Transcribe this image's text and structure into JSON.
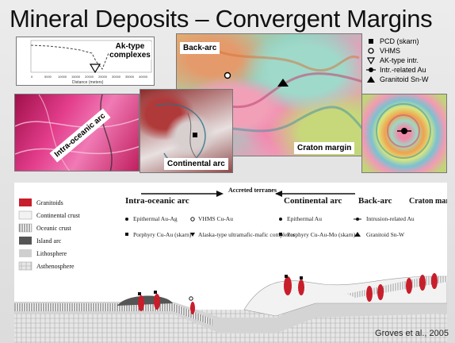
{
  "title": "Mineral Deposits – Convergent Margins",
  "inset_profile": {
    "label": "Ak-type complexes",
    "xlabel": "Distance (meters)",
    "ticks": [
      "0",
      "5000",
      "10000",
      "15000",
      "20000",
      "25000",
      "30000",
      "35000",
      "40000"
    ]
  },
  "map_labels": {
    "back_arc": "Back-arc",
    "intra_oceanic": "Intra-oceanic arc",
    "continental": "Continental arc",
    "craton": "Craton margin"
  },
  "legend": [
    {
      "symbol": "square",
      "label": "PCD (skarn)"
    },
    {
      "symbol": "circle",
      "label": "VHMS"
    },
    {
      "symbol": "triangle-down",
      "label": "AK-type intr."
    },
    {
      "symbol": "circle-line",
      "label": "Intr.-related Au"
    },
    {
      "symbol": "triangle-up",
      "label": "Granitoid Sn-W"
    }
  ],
  "diagram": {
    "rock_legend": [
      "Granitoids",
      "Continental crust",
      "Oceanic crust",
      "Island arc",
      "Lithosphere",
      "Asthenosphere"
    ],
    "headers": {
      "intra_oceanic": "Intra-oceanic arc",
      "accreted": "Accreted terranes",
      "continental": "Continental arc",
      "back_arc": "Back-arc",
      "craton": "Craton margin"
    },
    "deposits": {
      "epithermal_ag": "Epithermal Au-Ag",
      "porphyry_cu_au": "Porphyry Cu-Au (skarn)",
      "vhms": "VHMS Cu-Au",
      "alaska": "Alaska-type ultramafic-mafic complexes",
      "epithermal_au": "Epithermal Au",
      "porphyry_cu_au_mo": "Porphyry Cu-Au-Mo (skarn)",
      "intrusion_au": "Intrusion-related Au",
      "granitoid_snw": "Granitoid Sn-W"
    }
  },
  "credit": "Groves et al., 2005"
}
